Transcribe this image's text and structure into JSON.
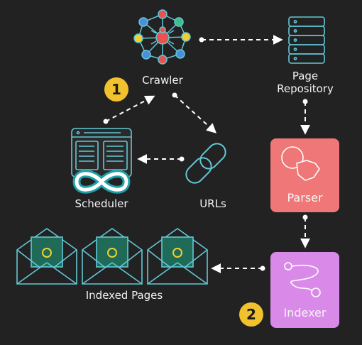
{
  "nodes": {
    "crawler": {
      "label": "Crawler"
    },
    "page_repository": {
      "label": "Page\nRepository"
    },
    "scheduler": {
      "label": "Scheduler"
    },
    "urls": {
      "label": "URLs"
    },
    "parser": {
      "label": "Parser"
    },
    "indexer": {
      "label": "Indexer"
    },
    "indexed_pages": {
      "label": "Indexed Pages"
    }
  },
  "badges": [
    "1",
    "2"
  ],
  "colors": {
    "background": "#222222",
    "line": "#63c7d6",
    "arrow": "#ffffff",
    "parser": "#ef7777",
    "indexer": "#d98ae8",
    "badge": "#f2c12e",
    "node_red": "#e8524f",
    "node_blue": "#4b8fdc",
    "node_yellow": "#f2cf2f",
    "node_green": "#3fbf86"
  },
  "icons": [
    "spider-network-icon",
    "server-stack-icon",
    "browser-window-icon",
    "infinity-icon",
    "chain-link-icon",
    "hand-click-icon",
    "route-path-icon",
    "envelope-idea-icon"
  ]
}
